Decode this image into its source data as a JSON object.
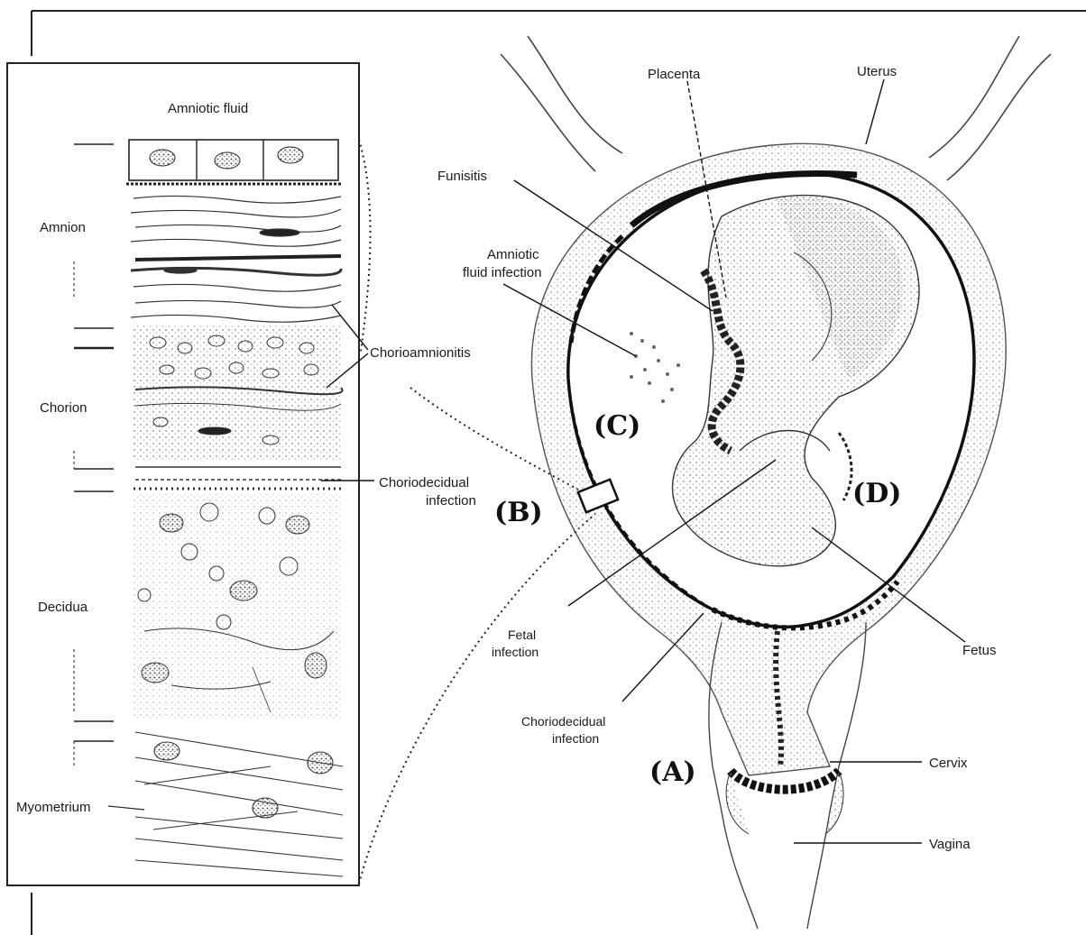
{
  "inset": {
    "amniotic_fluid": "Amniotic fluid",
    "amnion": "Amnion",
    "chorion": "Chorion",
    "decidua": "Decidua",
    "myometrium": "Myometrium"
  },
  "labels": {
    "placenta": "Placenta",
    "uterus": "Uterus",
    "funisitis": "Funisitis",
    "amniotic_fluid_infection_1": "Amniotic",
    "amniotic_fluid_infection_2": "fluid infection",
    "chorioamnionitis": "Chorioamnionitis",
    "choriodecidual_infection_b_1": "Choriodecidual",
    "choriodecidual_infection_b_2": "infection",
    "fetal_infection_1": "Fetal",
    "fetal_infection_2": "infection",
    "choriodecidual_infection_a_1": "Choriodecidual",
    "choriodecidual_infection_a_2": "infection",
    "fetus": "Fetus",
    "cervix": "Cervix",
    "vagina": "Vagina"
  },
  "stages": {
    "a": "(A)",
    "b": "(B)",
    "c": "(C)",
    "d": "(D)"
  },
  "colors": {
    "ink": "#1a1a1a",
    "stipple": "#9a9a9a",
    "shade": "#6e6e6e"
  }
}
